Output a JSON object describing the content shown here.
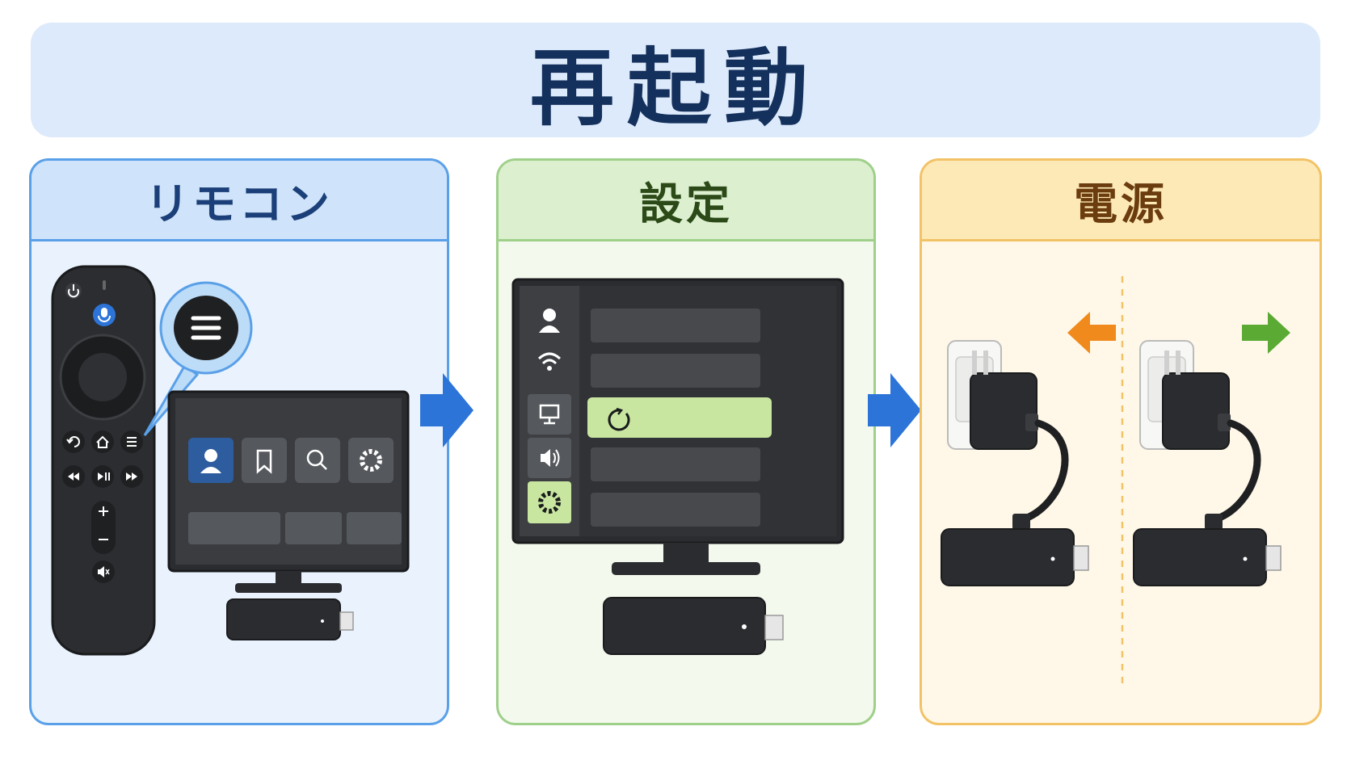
{
  "title": "再起動",
  "panels": [
    {
      "title": "リモコン"
    },
    {
      "title": "設定"
    },
    {
      "title": "電源"
    }
  ],
  "colors": {
    "banner": "#ddeafb",
    "title": "#14305c",
    "remote_blue": "#5aa0e8",
    "settings_green": "#9fd08a",
    "power_orange": "#f2c266",
    "flow_arrow": "#2d74d8",
    "unplug_arrow": "#f08a1c",
    "plug_arrow": "#5aaa34",
    "highlight": "#c8e6a0"
  },
  "icons": {
    "remote": [
      "power-icon",
      "mic-icon",
      "back-icon",
      "home-icon",
      "menu-icon",
      "rewind-icon",
      "play-pause-icon",
      "fast-forward-icon",
      "volume-up-icon",
      "volume-down-icon",
      "mute-icon"
    ],
    "tv_menu": [
      "profile-icon",
      "bookmark-icon",
      "search-icon",
      "gear-icon"
    ],
    "settings_sidebar": [
      "profile-icon",
      "wifi-icon",
      "display-icon",
      "sound-icon",
      "gear-icon"
    ],
    "power": [
      "outlet-icon",
      "plug-adapter-icon",
      "arrow-left-icon",
      "arrow-right-icon"
    ]
  }
}
